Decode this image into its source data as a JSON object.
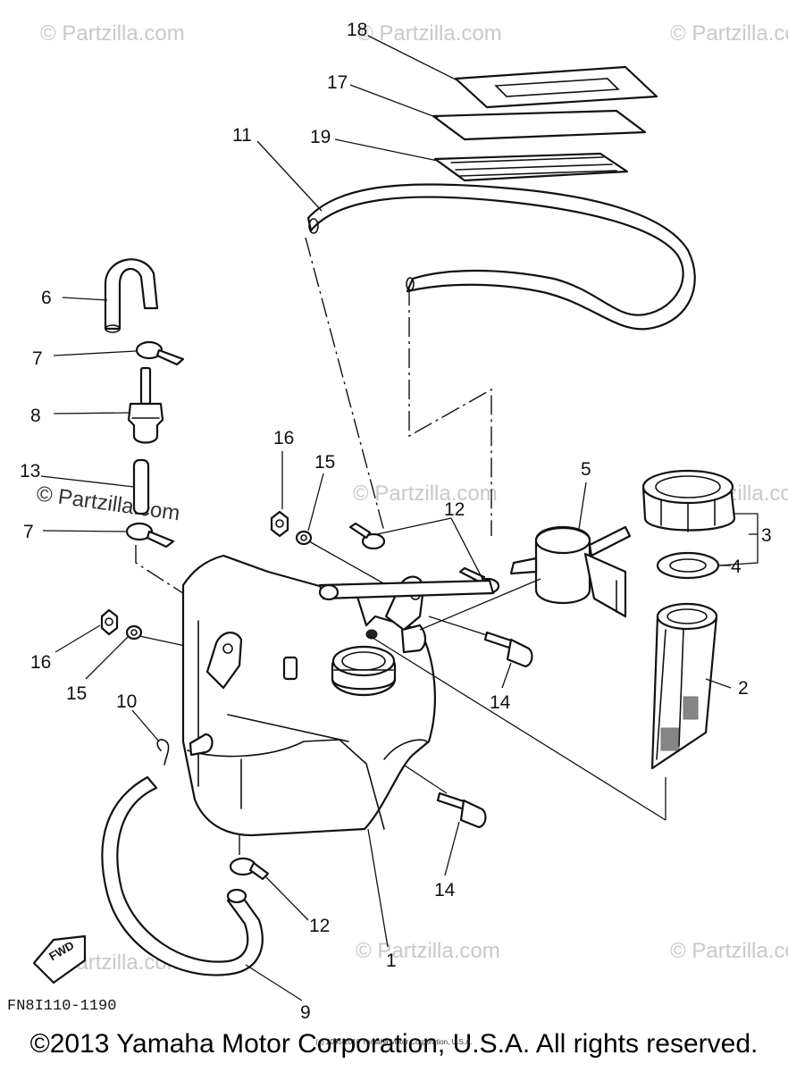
{
  "watermarks": {
    "main": "© Partzilla.com",
    "tl": "© Partzilla.com",
    "tm": "© Partzilla.com",
    "tr": "© Partzilla.com",
    "mid": "© Partzilla.com",
    "mr": "© Partzilla.com",
    "bl": "© Partzilla.com",
    "bm": "© Partzilla.com",
    "br": "© Partzilla.com"
  },
  "callouts": {
    "c1": "1",
    "c2": "2",
    "c3": "3",
    "c4": "4",
    "c5": "5",
    "c6": "6",
    "c7a": "7",
    "c7b": "7",
    "c8": "8",
    "c9": "9",
    "c10": "10",
    "c11": "11",
    "c12a": "12",
    "c12b": "12",
    "c13": "13",
    "c14a": "14",
    "c14b": "14",
    "c15a": "15",
    "c15b": "15",
    "c16a": "16",
    "c16b": "16",
    "c17": "17",
    "c18": "18",
    "c19": "19"
  },
  "diagram_code": "FN8I110-1190",
  "fwd_label": "FWD",
  "footer": {
    "copyright": "©2013 Yamaha Motor Corporation, U.S.A. All rights reserved.",
    "small": "(c) 2005-2016 Yamaha Motor Corporation, U.S.A."
  }
}
